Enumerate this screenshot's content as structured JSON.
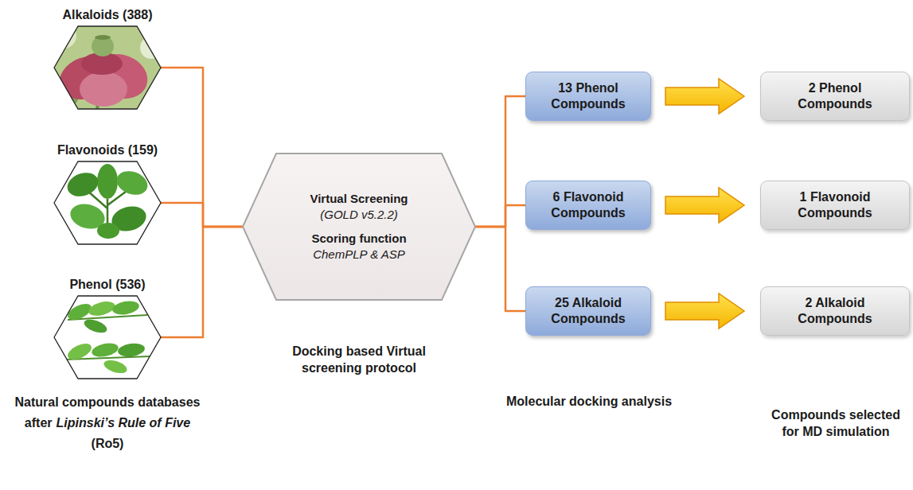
{
  "diagram": {
    "nodes": [
      {
        "text": [
          "Alkaloids (388)"
        ]
      },
      {
        "text": [
          "Flavonoids (159)"
        ]
      },
      {
        "text": [
          "Phenol (536)"
        ]
      },
      {
        "text": [
          "Virtual Screening",
          "(GOLD v5.2.2)",
          "Scoring function",
          "ChemPLP & ASP"
        ]
      },
      {
        "text": [
          "13 Phenol Compounds"
        ]
      },
      {
        "text": [
          "2 Phenol Compounds"
        ]
      },
      {
        "text": [
          "6 Flavonoid Compounds"
        ]
      },
      {
        "text": [
          "1 Flavonoid Compounds"
        ]
      },
      {
        "text": [
          "25 Alkaloid Compounds"
        ]
      },
      {
        "text": [
          "2 Alkaloid Compounds"
        ]
      }
    ],
    "edges": [
      {
        "from": 0,
        "to": 3,
        "arrow": "none"
      },
      {
        "from": 1,
        "to": 3,
        "arrow": "none"
      },
      {
        "from": 2,
        "to": 3,
        "arrow": "none"
      },
      {
        "from": 3,
        "to": 4,
        "arrow": "none"
      },
      {
        "from": 3,
        "to": 6,
        "arrow": "none"
      },
      {
        "from": 3,
        "to": 8,
        "arrow": "none"
      },
      {
        "from": 4,
        "to": 5,
        "arrow": "to"
      },
      {
        "from": 6,
        "to": 7,
        "arrow": "to"
      },
      {
        "from": 8,
        "to": 9,
        "arrow": "to"
      }
    ],
    "labels": [
      "Natural compounds databases",
      "after",
      "Lipinski’s Rule of Five",
      "(Ro5)",
      "Docking based Virtual screening protocol",
      "Molecular docking analysis",
      "Compounds selected for MD simulation"
    ]
  }
}
